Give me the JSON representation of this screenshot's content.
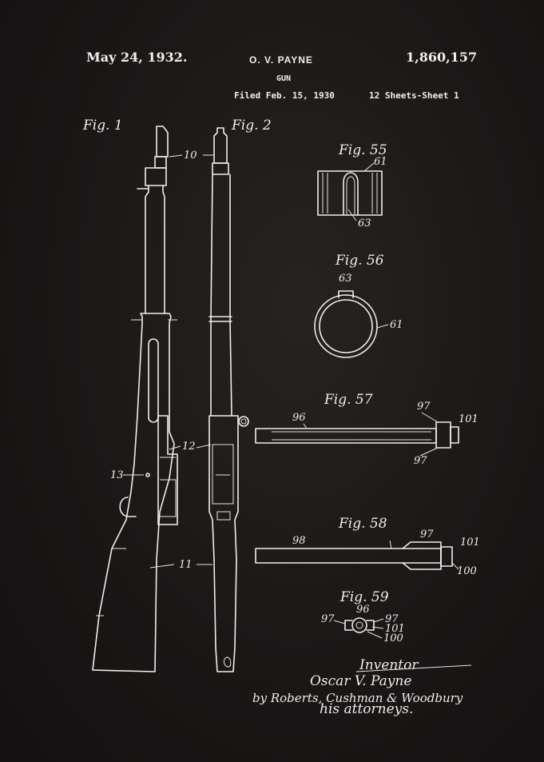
{
  "header": {
    "date": "May 24, 1932.",
    "inventor": "O. V. PAYNE",
    "patent_number": "1,860,157",
    "title": "GUN",
    "filed": "Filed Feb. 15, 1930",
    "sheets": "12 Sheets-Sheet 1"
  },
  "figures": {
    "fig1": "Fig. 1",
    "fig2": "Fig. 2",
    "fig55": "Fig. 55",
    "fig56": "Fig. 56",
    "fig57": "Fig. 57",
    "fig58": "Fig. 58",
    "fig59": "Fig. 59"
  },
  "labels": {
    "l10": "10",
    "l11": "11",
    "l12": "12",
    "l13": "13",
    "l61a": "61",
    "l63a": "63",
    "l63b": "63",
    "l61b": "61",
    "l96a": "96",
    "l97a": "97",
    "l101a": "101",
    "l97b": "97",
    "l98": "98",
    "l97c": "97",
    "l101b": "101",
    "l100a": "100",
    "l96b": "96",
    "l97d": "97",
    "l97e": "97",
    "l101c": "101",
    "l100b": "100"
  },
  "signature": {
    "inventor_caption": "Inventor",
    "inventor_name": "Oscar V. Payne",
    "attorneys_firm": "by Roberts, Cushman & Woodbury",
    "attorneys_caption": "his attorneys."
  },
  "colors": {
    "background": "#1a1817",
    "ink": "#eeeeea"
  }
}
